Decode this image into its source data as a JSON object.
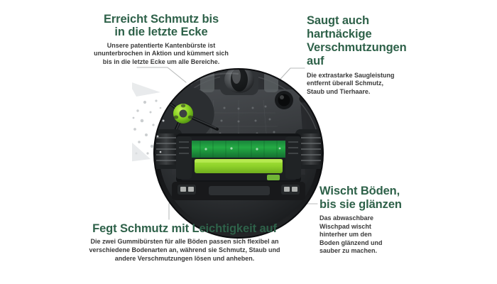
{
  "page": {
    "title": "Roomba Combo Saugroboter Funktionen",
    "background_color": "#ffffff",
    "heading_color": "#2e6149",
    "body_color": "#3a3a3a",
    "leader_line_color": "#b9bbbb"
  },
  "callouts": [
    {
      "id": "edge-cleaning",
      "position": "top-left",
      "heading": "Erreicht Schmutz bis\nin die letzte Ecke",
      "body": "Unsere patentierte Kantenbürste ist\nununterbrochen in Aktion und kümmert sich\nbis in die letzte Ecke um alle Bereiche."
    },
    {
      "id": "suction-power",
      "position": "top-right",
      "heading": "Saugt auch\nhartnäckige\nVerschmutzungen\nauf",
      "body": "Die extrastarke Saugleistung\nentfernt überall Schmutz,\nStaub und Tierhaare."
    },
    {
      "id": "mopping",
      "position": "bottom-right",
      "heading": "Wischt Böden,\nbis sie glänzen",
      "body": "Das abwaschbare\nWischpad wischt\nhinterher um den\nBoden glänzend und\nsauber zu machen."
    },
    {
      "id": "rubber-brushes",
      "position": "bottom-center",
      "heading": "Fegt Schmutz mit Leichtigkeit auf",
      "body": "Die zwei Gummibürsten für alle Böden passen sich flexibel an\nverschiedene Bodenarten an, während sie Schmutz, Staub und\nandere Verschmutzungen lösen und anheben."
    }
  ],
  "product": {
    "name": "robot-vacuum-underside",
    "body_color": "#2a2c2e",
    "rim_color": "#121315",
    "side_brush_hub_color": "#86d11f",
    "roller_front_color": "#1f9c3c",
    "roller_rear_color": "#8fd82a",
    "mop_pad_color": "#a8a9a6",
    "parts": [
      "caster-wheel",
      "side-brush",
      "left-drive-wheel",
      "right-drive-wheel",
      "front-rubber-roller",
      "rear-rubber-roller",
      "suction-port",
      "mop-pad",
      "cliff-sensor"
    ]
  }
}
